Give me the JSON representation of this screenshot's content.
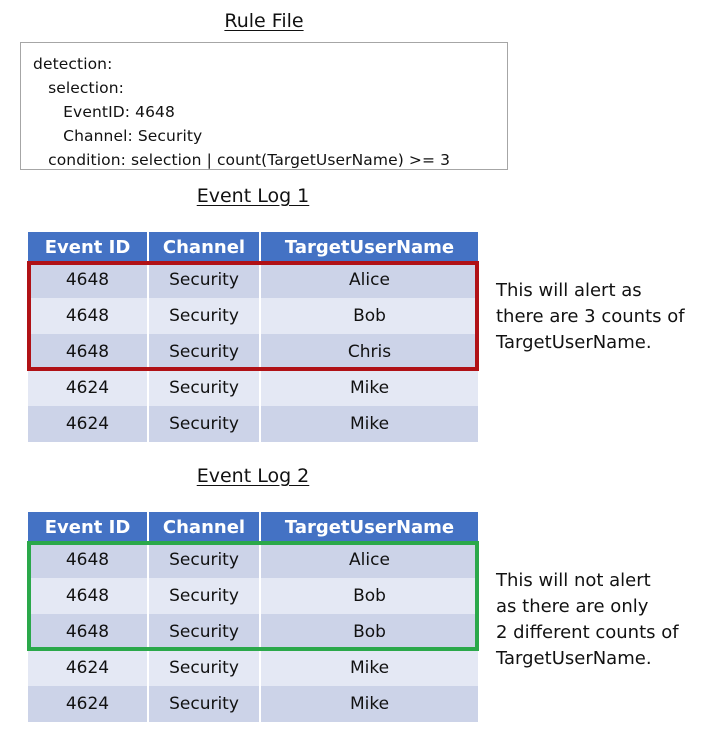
{
  "rule": {
    "title": "Rule File",
    "lines": [
      "detection:",
      "   selection:",
      "      EventID: 4648",
      "      Channel: Security",
      "   condition: selection | count(TargetUserName) >= 3"
    ]
  },
  "columns": [
    "Event ID",
    "Channel",
    "TargetUserName"
  ],
  "logs": [
    {
      "title": "Event Log 1",
      "rows": [
        [
          "4648",
          "Security",
          "Alice"
        ],
        [
          "4648",
          "Security",
          "Bob"
        ],
        [
          "4648",
          "Security",
          "Chris"
        ],
        [
          "4624",
          "Security",
          "Mike"
        ],
        [
          "4624",
          "Security",
          "Mike"
        ]
      ],
      "highlight": {
        "color": "#b01116",
        "rows": [
          0,
          1,
          2
        ]
      },
      "note": "This will alert as\nthere are 3 counts of\nTargetUserName."
    },
    {
      "title": "Event Log 2",
      "rows": [
        [
          "4648",
          "Security",
          "Alice"
        ],
        [
          "4648",
          "Security",
          "Bob"
        ],
        [
          "4648",
          "Security",
          "Bob"
        ],
        [
          "4624",
          "Security",
          "Mike"
        ],
        [
          "4624",
          "Security",
          "Mike"
        ]
      ],
      "highlight": {
        "color": "#2aa84a",
        "rows": [
          0,
          1,
          2
        ]
      },
      "note": "This will not alert\nas there are only\n2 different counts of\nTargetUserName."
    }
  ],
  "colors": {
    "header_blue": "#4472c4",
    "row_dark": "#ccd3e8",
    "row_light": "#e4e8f4",
    "alert_red": "#b01116",
    "ok_green": "#2aa84a",
    "box_border": "#a6a6a6"
  }
}
